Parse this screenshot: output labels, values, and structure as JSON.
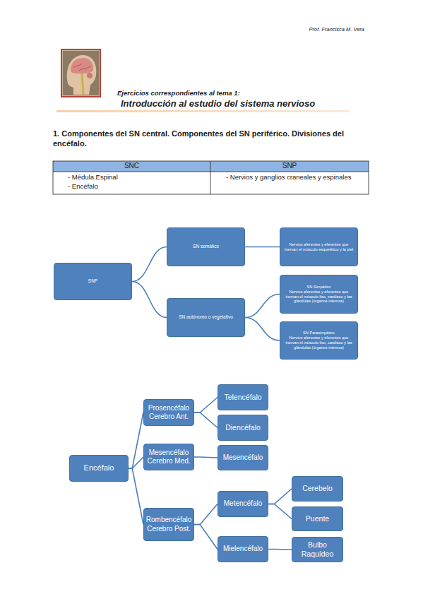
{
  "diagram": {
    "title": "Introducción al estudio del sistema nervioso",
    "nodes": [
      {
        "text": [
          "SNP"
        ]
      },
      {
        "text": [
          "SN somático"
        ]
      },
      {
        "text": [
          "Nervios aferentes y eferentes que inervan el músculo esquelético y la piel"
        ]
      },
      {
        "text": [
          "SN autónomo o vegetativo"
        ]
      },
      {
        "text": [
          "SN Simpático",
          "Nervios aferentes y eferentes que inervan el músculo liso, cardíaco y las glándulas (órganos internos)"
        ]
      },
      {
        "text": [
          "SN Parasimpático",
          "Nervios aferentes y eferentes que inervan el músculo liso, cardíaco y las glándulas (órganos internos)"
        ]
      },
      {
        "text": [
          "Encéfalo"
        ]
      },
      {
        "text": [
          "Prosencéfalo Cerebro Ant."
        ]
      },
      {
        "text": [
          "Telencéfalo"
        ]
      },
      {
        "text": [
          "Diencéfalo"
        ]
      },
      {
        "text": [
          "Mesencéfalo Cerebro Med."
        ]
      },
      {
        "text": [
          "Mesencéfalo"
        ]
      },
      {
        "text": [
          "Rombencéfalo Cerebro Post."
        ]
      },
      {
        "text": [
          "Metencéfalo"
        ]
      },
      {
        "text": [
          "Cerebelo"
        ]
      },
      {
        "text": [
          "Puente"
        ]
      },
      {
        "text": [
          "Mielencéfalo"
        ]
      },
      {
        "text": [
          "Bulbo Raquídeo"
        ]
      }
    ],
    "edges": [
      {
        "from": 0,
        "to": 1,
        "arrow": "none"
      },
      {
        "from": 0,
        "to": 3,
        "arrow": "none"
      },
      {
        "from": 1,
        "to": 2,
        "arrow": "none"
      },
      {
        "from": 3,
        "to": 4,
        "arrow": "none"
      },
      {
        "from": 3,
        "to": 5,
        "arrow": "none"
      },
      {
        "from": 6,
        "to": 7,
        "arrow": "none"
      },
      {
        "from": 6,
        "to": 10,
        "arrow": "none"
      },
      {
        "from": 6,
        "to": 12,
        "arrow": "none"
      },
      {
        "from": 7,
        "to": 8,
        "arrow": "none"
      },
      {
        "from": 7,
        "to": 9,
        "arrow": "none"
      },
      {
        "from": 10,
        "to": 11,
        "arrow": "none"
      },
      {
        "from": 12,
        "to": 13,
        "arrow": "none"
      },
      {
        "from": 12,
        "to": 16,
        "arrow": "none"
      },
      {
        "from": 13,
        "to": 14,
        "arrow": "none"
      },
      {
        "from": 13,
        "to": 15,
        "arrow": "none"
      },
      {
        "from": 16,
        "to": 17,
        "arrow": "none"
      }
    ],
    "labels": [
      "Prof. Francisca M. Vera",
      "Ejercicios correspondientes al tema 1:",
      "1.  Componentes del SN central. Componentes del SN periférico. Divisiones del encéfalo.",
      "SNC",
      "SNP",
      "- Médula Espinal",
      "- Encéfalo",
      "- Nervios y ganglios craneales y espinales"
    ]
  }
}
